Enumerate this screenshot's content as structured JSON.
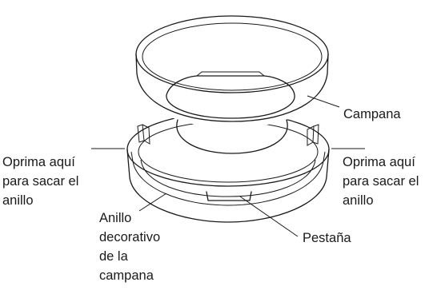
{
  "labels": {
    "bell": "Campana",
    "press_left": [
      "Oprima aquí",
      "para sacar el",
      "anillo"
    ],
    "press_right": [
      "Oprima aquí",
      "para sacar el",
      "anillo"
    ],
    "trim_ring": [
      "Anillo",
      "decorativo",
      "de la",
      "campana"
    ],
    "tab": "Pestaña"
  }
}
